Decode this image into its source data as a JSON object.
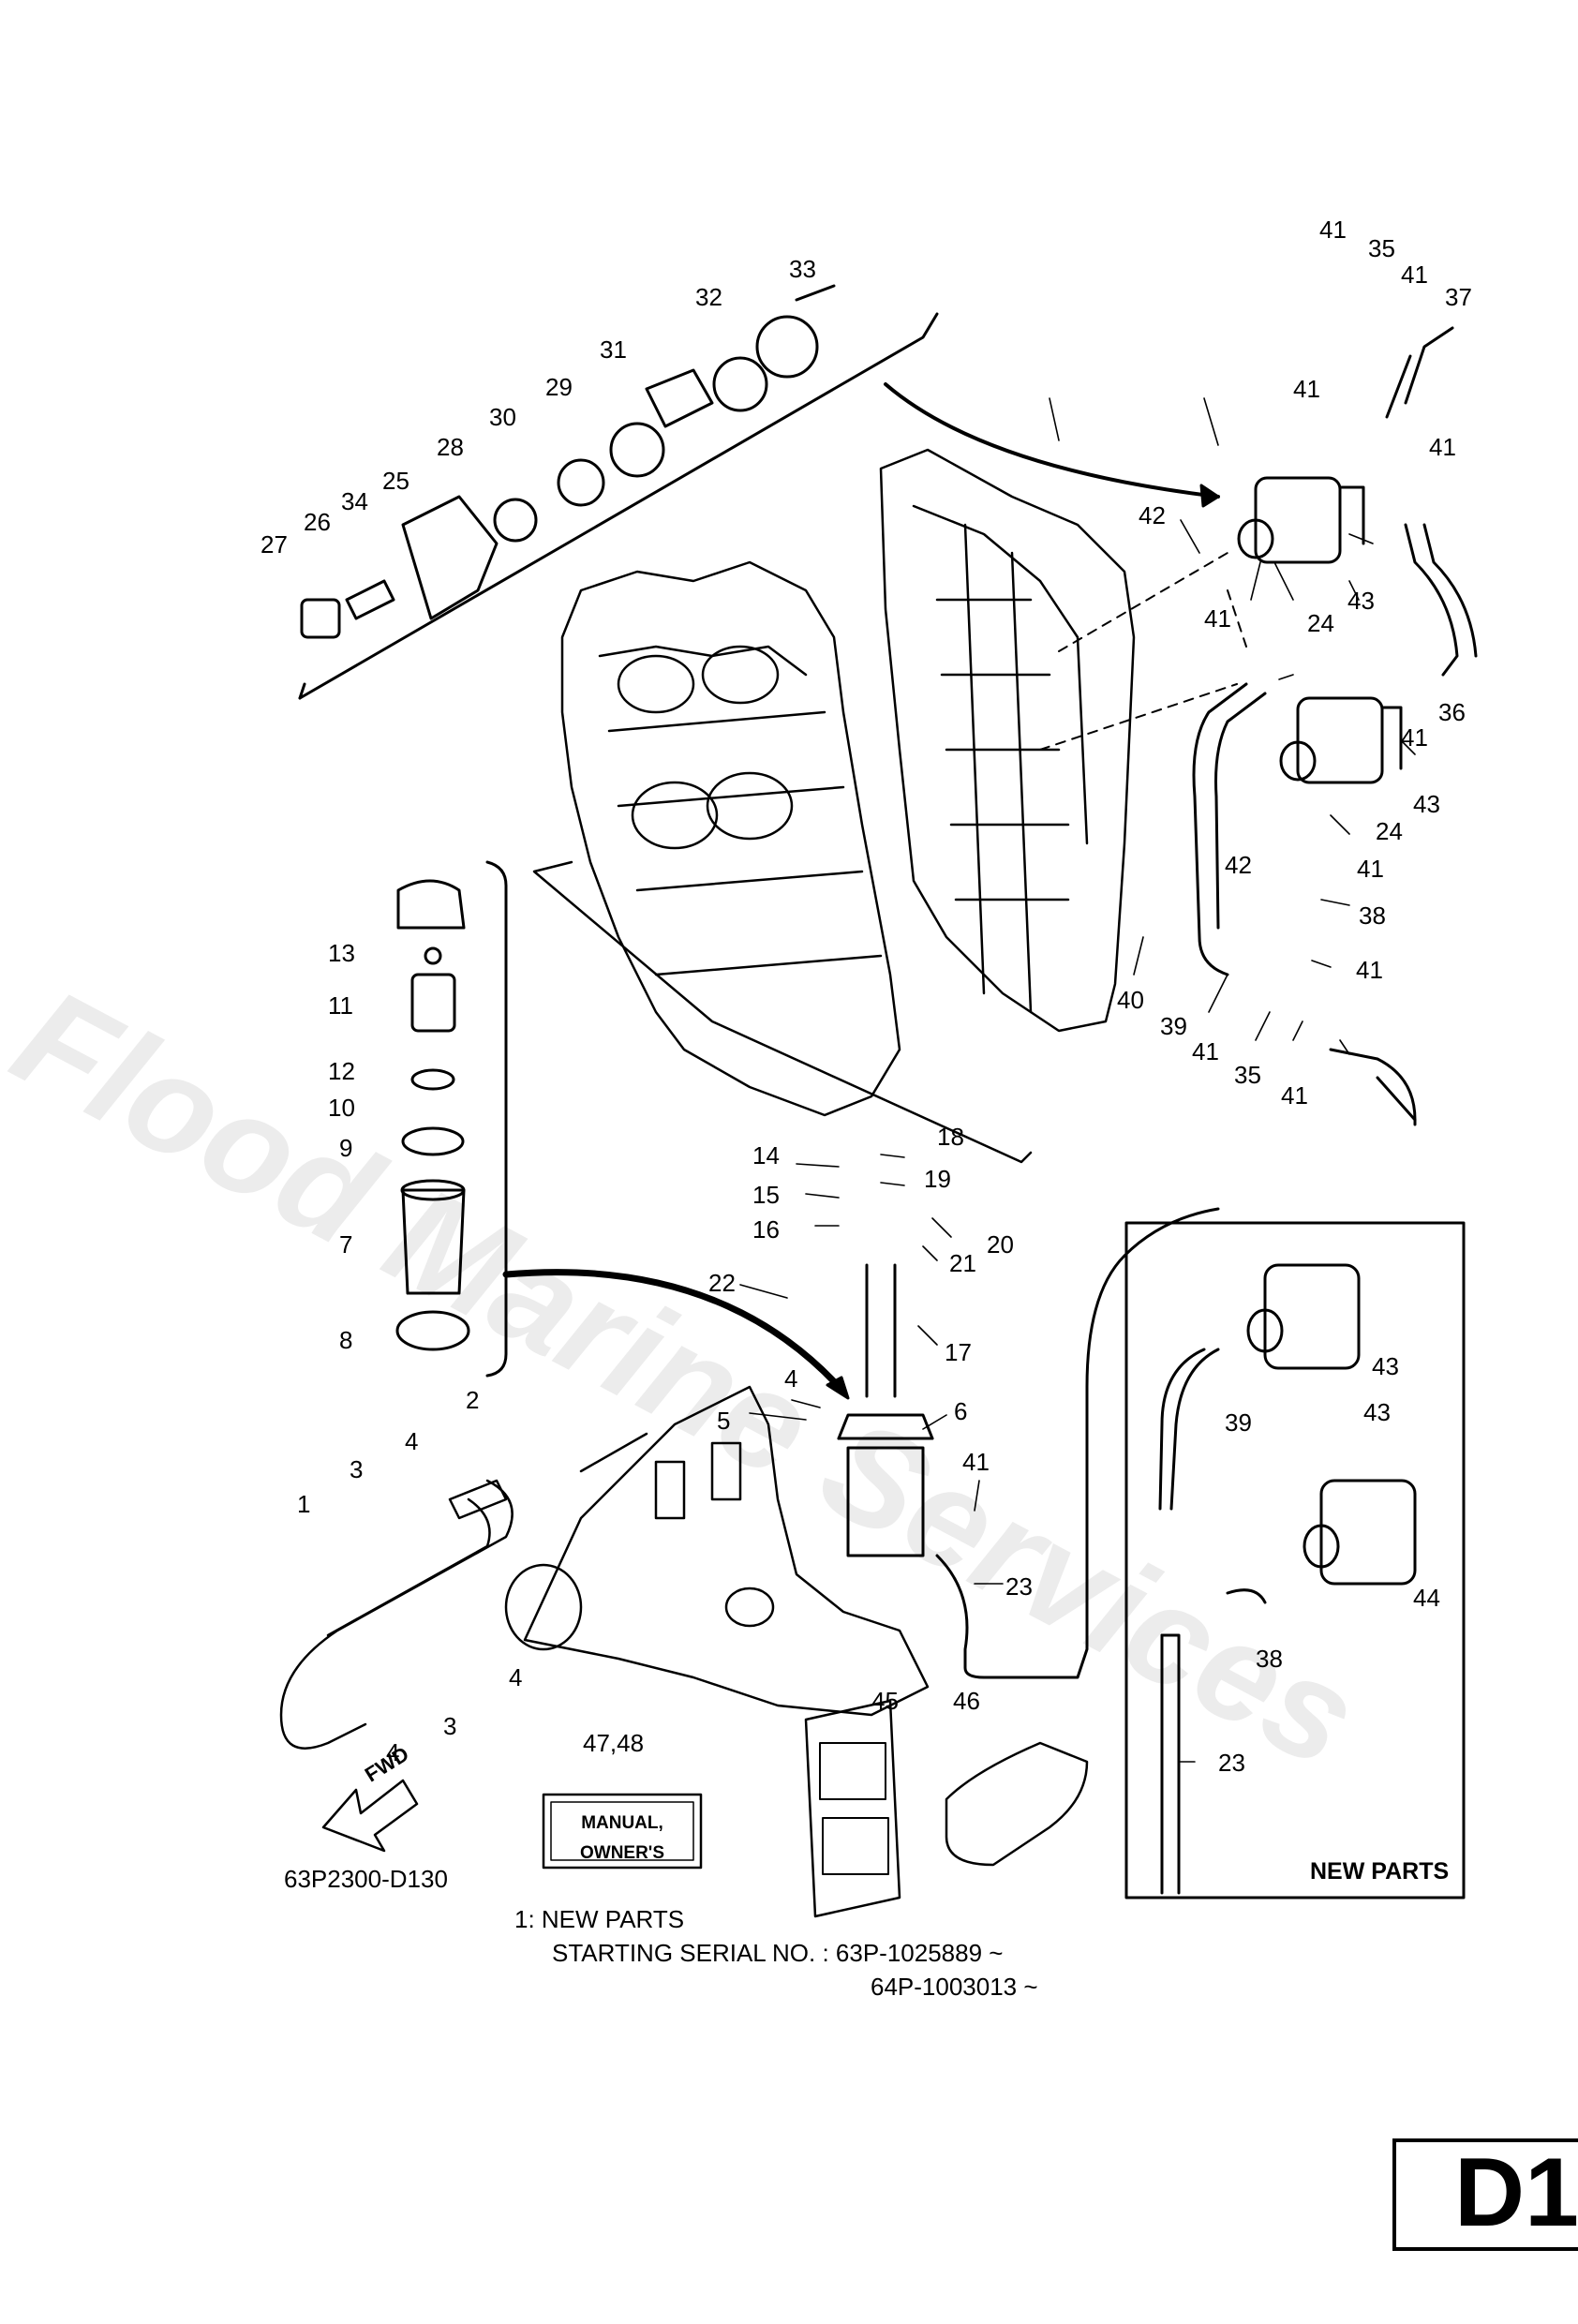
{
  "watermark": "Flood Marine Services",
  "drawing_code": "63P2300-D130",
  "notes": {
    "line1": "1:   NEW PARTS",
    "line2": "STARTING SERIAL NO. : 63P-1025889 ~",
    "line3": "64P-1003013 ~"
  },
  "new_parts_label": "NEW PARTS",
  "manual_label_line1": "MANUAL,",
  "manual_label_line2": "OWNER'S",
  "fwd_label": "FWD",
  "page_code": "D1",
  "callouts": {
    "c1": "1",
    "c2": "2",
    "c3a": "3",
    "c3b": "3",
    "c4a": "4",
    "c4b": "4",
    "c4c": "4",
    "c4d": "4",
    "c5": "5",
    "c6": "6",
    "c7": "7",
    "c8": "8",
    "c9": "9",
    "c10": "10",
    "c11": "11",
    "c12": "12",
    "c13": "13",
    "c14": "14",
    "c15": "15",
    "c16": "16",
    "c17": "17",
    "c18": "18",
    "c19": "19",
    "c20": "20",
    "c21": "21",
    "c22": "22",
    "c23a": "23",
    "c23b": "23",
    "c24a": "24",
    "c24b": "24",
    "c25": "25",
    "c26": "26",
    "c27": "27",
    "c28": "28",
    "c29": "29",
    "c30": "30",
    "c31": "31",
    "c32": "32",
    "c33": "33",
    "c34": "34",
    "c35a": "35",
    "c35b": "35",
    "c36": "36",
    "c37": "37",
    "c38a": "38",
    "c38b": "38",
    "c39a": "39",
    "c39b": "39",
    "c40": "40",
    "c41a": "41",
    "c41b": "41",
    "c41c": "41",
    "c41d": "41",
    "c41e": "41",
    "c41f": "41",
    "c41g": "41",
    "c41h": "41",
    "c41i": "41",
    "c41j": "41",
    "c41k": "41",
    "c42a": "42",
    "c42b": "42",
    "c43a": "43",
    "c43b": "43",
    "c43c": "43",
    "c43d": "43",
    "c44": "44",
    "c45": "45",
    "c46": "46",
    "c4748": "47,48"
  }
}
